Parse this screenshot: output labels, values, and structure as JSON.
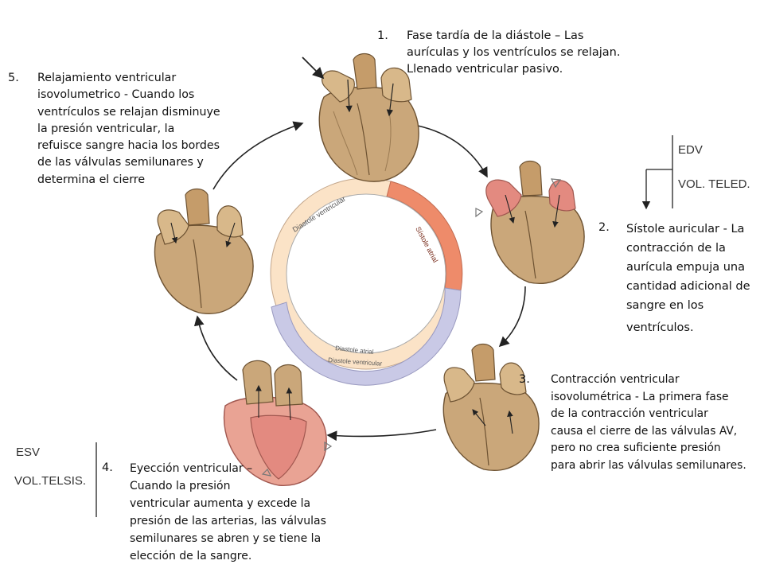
{
  "steps": [
    {
      "number": "1.",
      "text": [
        "Fase tardía de la diástole – Las",
        "aurículas y los ventrículos se relajan.",
        "Llenado ventricular pasivo."
      ]
    },
    {
      "number": "2.",
      "text": [
        "Sístole auricular - La",
        "contracción de la",
        "aurícula empuja una",
        "cantidad adicional de",
        "sangre en los",
        "ventrículos."
      ]
    },
    {
      "number": "3.",
      "text": [
        "Contracción ventricular",
        "isovolumétrica - La primera fase",
        "de la contracción ventricular",
        "causa el cierre de las válvulas AV,",
        "pero no crea suficiente presión",
        "para abrir las válvulas semilunares."
      ]
    },
    {
      "number": "4.",
      "text": [
        "Eyección ventricular –",
        "Cuando la presión",
        "ventricular aumenta y excede la",
        "presión de las arterias, las válvulas",
        "semilunares se abren y se tiene la",
        "elección de la sangre."
      ]
    },
    {
      "number": "5.",
      "text": [
        "Relajamiento ventricular",
        "isovolumetrico - Cuando los",
        "ventrículos se relajan disminuye",
        "la presión ventricular, la",
        "refuisce sangre hacia los bordes",
        "de las válvulas semilunares y",
        "determina el cierre"
      ]
    }
  ],
  "edv": {
    "line1": "EDV",
    "line2": "VOL. TELED."
  },
  "esv": {
    "line1": "ESV",
    "line2": "VOL.TELSIS."
  },
  "ring": {
    "diastole_ventricular_top": "Diastole ventricular",
    "sistole_atrial": "Sístole atrial",
    "diastole_atrial": "Diastole atrial",
    "diastole_ventricular_bottom": "Diastole ventricular"
  },
  "colors": {
    "heart_tan": "#caa77a",
    "heart_dark": "#8a6a44",
    "heart_red": "#e38a80",
    "ring_peach": "#fbe3c7",
    "ring_salmon": "#ee8b6a",
    "ring_lavender": "#c9c9e6",
    "arrow": "#222222"
  }
}
